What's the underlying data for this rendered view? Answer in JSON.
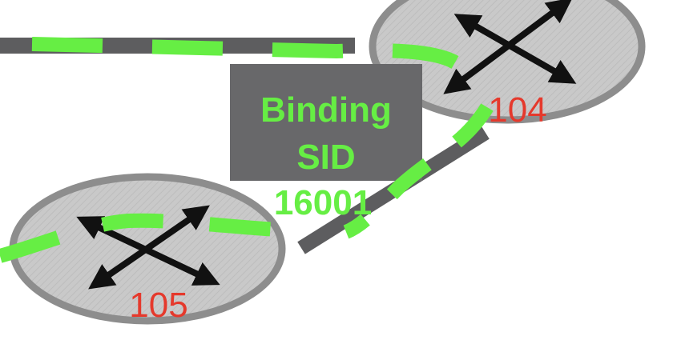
{
  "colors": {
    "link": "#5d5d5f",
    "path": "#66ee44",
    "router_fill": "#c9c9c9",
    "router_stroke": "#8d8d8d",
    "router_arrows": "#111111",
    "box_fill": "#68686a",
    "router_label": "#e5392c",
    "sid_text": "#66ee44"
  },
  "routers": [
    {
      "id": "r104",
      "label": "104"
    },
    {
      "id": "r105",
      "label": "105"
    }
  ],
  "binding_box": {
    "line1": "Binding",
    "line2": "SID"
  },
  "sid_value": "16001",
  "icons": {
    "router": "router-cross-arrows-icon"
  }
}
